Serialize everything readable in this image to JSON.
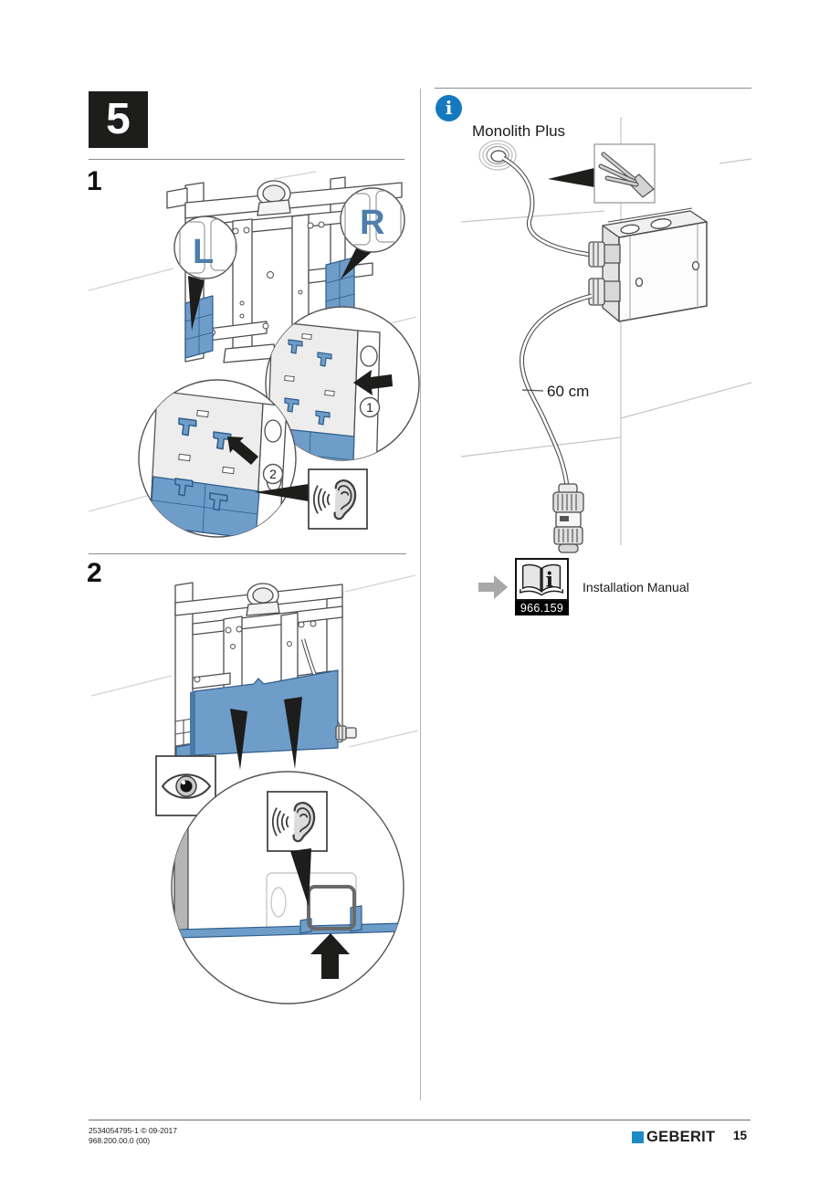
{
  "chapter": {
    "number": "5"
  },
  "steps": {
    "step1_label": "1",
    "step2_label": "2"
  },
  "fig1": {
    "left_marker": "L",
    "right_marker": "R",
    "callout1_badge": "1",
    "callout2_badge": "2"
  },
  "info_column": {
    "product_label": "Monolith Plus",
    "cable_length_label": "60 cm",
    "manual_code": "966.159",
    "manual_label": "Installation Manual",
    "info_icon_glyph": "i",
    "book_icon_glyph": "i"
  },
  "footer": {
    "doc_code_line1": "2534054795-1 © 09-2017",
    "doc_code_line2": "968.200.00.0 (00)",
    "brand": "GEBERIT",
    "page_number": "15"
  },
  "colors": {
    "figure_blue": "#6f9dca",
    "figure_blue_dark": "#2f5d8a",
    "marker_blue": "#4d7eae",
    "info_blue": "#1479bf",
    "brand_blue": "#1d8bc4",
    "chapter_bg": "#1d1d1b"
  }
}
